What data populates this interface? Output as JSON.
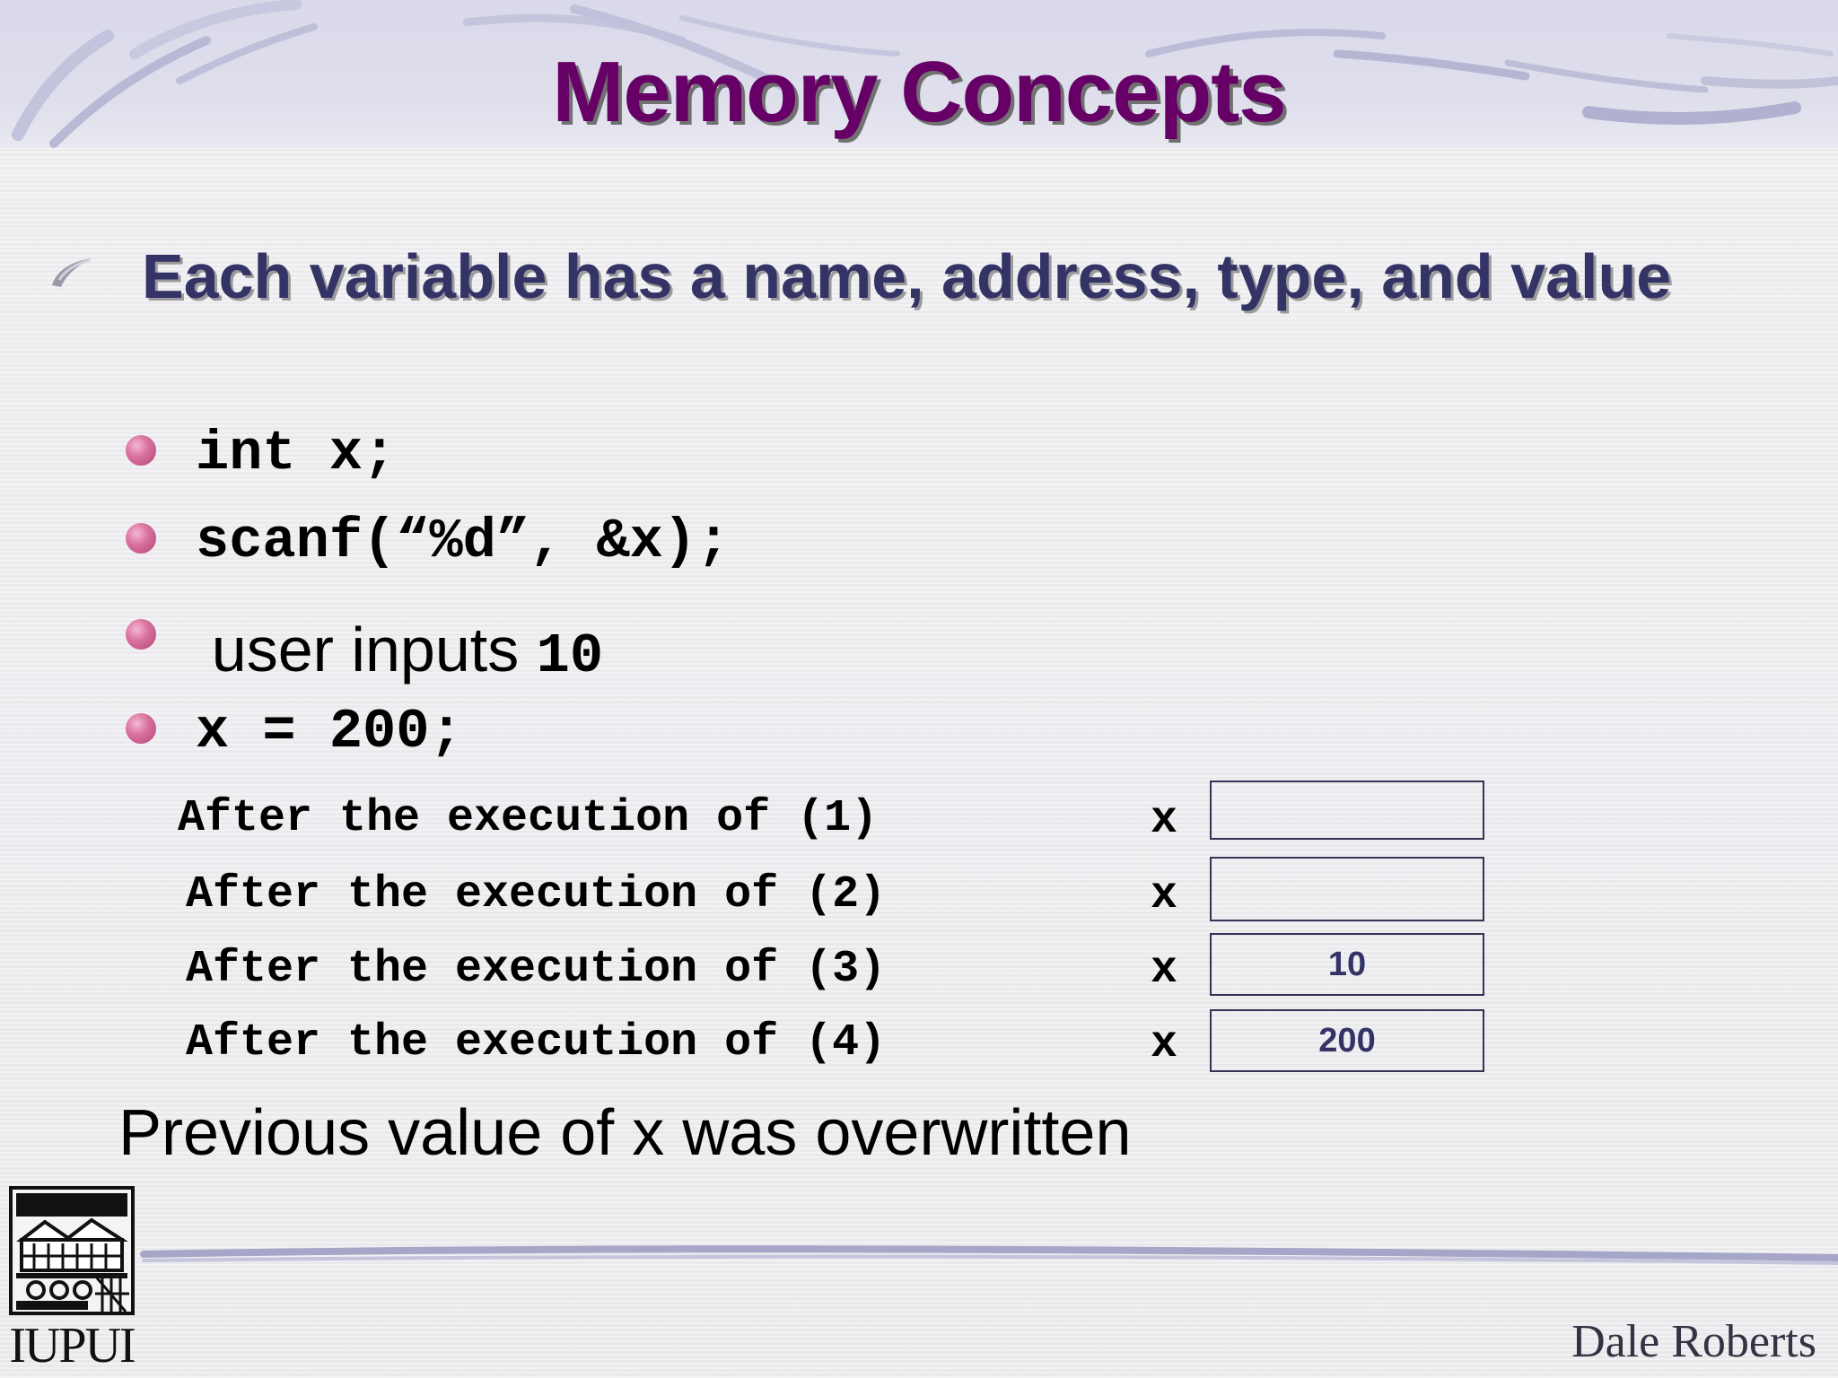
{
  "slide": {
    "title": "Memory Concepts",
    "main_bullet": "Each variable has a name, address, type, and value",
    "sub_bullets": [
      {
        "code": "int x;"
      },
      {
        "code": "scanf(“%d”, &x);"
      },
      {
        "text": "user inputs ",
        "code": "10"
      },
      {
        "code": "x = 200;"
      }
    ],
    "execution_rows": [
      {
        "label": "After the execution of (1)",
        "var": "x",
        "value": ""
      },
      {
        "label": "After the execution of (2)",
        "var": "x",
        "value": ""
      },
      {
        "label": "After the execution of (3)",
        "var": "x",
        "value": "10"
      },
      {
        "label": "After the execution of (4)",
        "var": "x",
        "value": "200"
      }
    ],
    "conclusion": "Previous value of x was overwritten",
    "logo_text": "IUPUI",
    "author": "Dale Roberts"
  },
  "colors": {
    "title": "#660066",
    "main_bullet": "#333366",
    "sub_bullet": "#d9709c",
    "header_band": "#dcdcec"
  }
}
